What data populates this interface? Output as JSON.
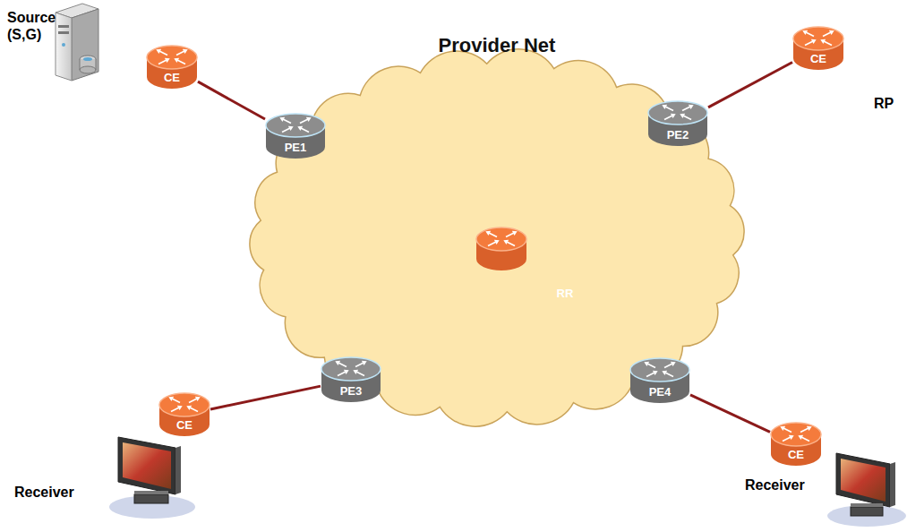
{
  "diagram": {
    "nodes": [
      {
        "text": [
          "CE"
        ]
      },
      {
        "text": [
          "Provider Net"
        ]
      },
      {
        "text": [
          "PE1"
        ]
      },
      {
        "text": [
          "CE"
        ]
      },
      {
        "text": [
          "PE2"
        ]
      },
      {
        "text": [
          "RR"
        ],
        "in": 1
      },
      {
        "text": [
          "PE3"
        ]
      },
      {
        "text": [
          "CE"
        ]
      },
      {
        "text": [
          "PE4"
        ]
      },
      {
        "text": [
          "CE"
        ]
      }
    ],
    "edges": [
      {
        "from": 0,
        "to": 2,
        "arrow": "none"
      },
      {
        "from": 3,
        "to": 4,
        "arrow": "none"
      },
      {
        "from": 7,
        "to": 6,
        "arrow": "none"
      },
      {
        "from": 9,
        "to": 8,
        "arrow": "none"
      }
    ],
    "labels": [
      "Source (S,G)",
      "RP",
      "Receiver",
      "Receiver"
    ]
  }
}
